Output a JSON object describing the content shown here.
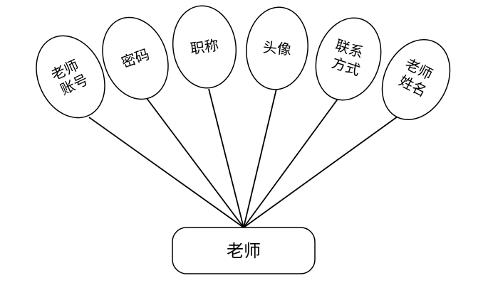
{
  "entity": {
    "label": "老师"
  },
  "attributes": [
    {
      "id": "teacher-account",
      "lines": [
        "老师",
        "账号"
      ]
    },
    {
      "id": "password",
      "lines": [
        "密码"
      ]
    },
    {
      "id": "title",
      "lines": [
        "职称"
      ]
    },
    {
      "id": "avatar",
      "lines": [
        "头像"
      ]
    },
    {
      "id": "contact",
      "lines": [
        "联系",
        "方式"
      ]
    },
    {
      "id": "teacher-name",
      "lines": [
        "老师",
        "姓名"
      ]
    }
  ]
}
